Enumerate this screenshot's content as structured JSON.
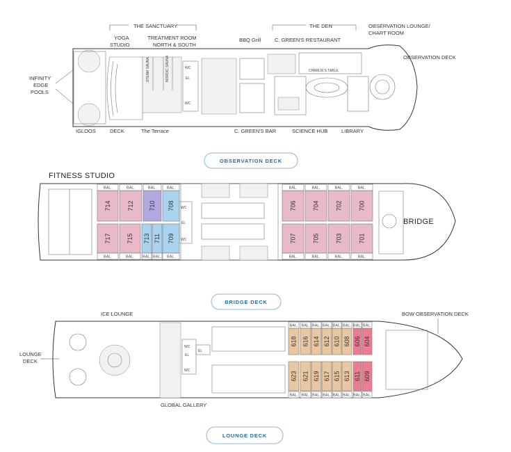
{
  "colors": {
    "suite_pink": "#e8b9c8",
    "suite_purple": "#b3a8df",
    "suite_blue": "#a9d3ef",
    "suite_tan": "#e9c7a1",
    "suite_red": "#ec7d91",
    "pill_border": "#8fb6d6",
    "pill_text": "#2b6a9e"
  },
  "observation_deck": {
    "button": "OBSERVATION DECK",
    "labels": {
      "sanctuary": "THE SANCTUARY",
      "yoga": "YOGA",
      "studio": "STUDIO",
      "treatment": "TREATMENT ROOM",
      "north_south": "NORTH & SOUTH",
      "infinity": "INFINITY",
      "edge": "EDGE",
      "pools": "POOLS",
      "igloos": "IGLOOS",
      "deck": "DECK",
      "terrace": "The Terrace",
      "bbq": "BBQ Grill",
      "den": "THE DEN",
      "restaurant": "C. GREEN'S RESTAURANT",
      "charlies": "CHARLIE'S TABLE",
      "lounge1": "OBSERVATION LOUNGE/",
      "lounge2": "CHART ROOM",
      "obs_deck": "OBSERVATION DECK",
      "bar": "C. GREEN'S BAR",
      "science": "SCIENCE HUB",
      "library": "LIBRARY",
      "steam_sauna": "STEAM SAUNA",
      "nordic_sauna": "NORDIC SAUNA",
      "wc": "WC",
      "el": "EL"
    }
  },
  "bridge_deck": {
    "button": "BRIDGE DECK",
    "fitness": "FITNESS STUDIO",
    "bridge": "BRIDGE",
    "bal": "BAL.",
    "wc": "WC",
    "el": "EL",
    "top_suites": [
      {
        "num": "714",
        "kind": "pink"
      },
      {
        "num": "712",
        "kind": "pink"
      },
      {
        "num": "710",
        "kind": "purple"
      },
      {
        "num": "708",
        "kind": "blue"
      },
      {
        "num": "706",
        "kind": "pink"
      },
      {
        "num": "704",
        "kind": "pink"
      },
      {
        "num": "702",
        "kind": "pink"
      },
      {
        "num": "700",
        "kind": "pink"
      }
    ],
    "bottom_suites": [
      {
        "num": "717",
        "kind": "pink"
      },
      {
        "num": "715",
        "kind": "pink"
      },
      {
        "num": "713",
        "kind": "blue"
      },
      {
        "num": "711",
        "kind": "blue"
      },
      {
        "num": "709",
        "kind": "blue"
      },
      {
        "num": "707",
        "kind": "pink"
      },
      {
        "num": "705",
        "kind": "pink"
      },
      {
        "num": "703",
        "kind": "pink"
      },
      {
        "num": "701",
        "kind": "pink"
      }
    ]
  },
  "lounge_deck": {
    "button": "LOUNGE DECK",
    "ice_lounge": "ICE LOUNGE",
    "lounge": "LOUNGE",
    "deck": "DECK",
    "bow_obs": "BOW OBSERVATION DECK",
    "gallery": "GLOBAL GALLERY",
    "bal": "BAL.",
    "wc": "WC",
    "el": "EL",
    "top_suites": [
      {
        "num": "618",
        "kind": "tan"
      },
      {
        "num": "616",
        "kind": "tan"
      },
      {
        "num": "614",
        "kind": "tan"
      },
      {
        "num": "612",
        "kind": "tan"
      },
      {
        "num": "610",
        "kind": "tan"
      },
      {
        "num": "608",
        "kind": "tan"
      },
      {
        "num": "606",
        "kind": "red"
      },
      {
        "num": "604",
        "kind": "red"
      }
    ],
    "bottom_suites": [
      {
        "num": "623",
        "kind": "tan"
      },
      {
        "num": "621",
        "kind": "tan"
      },
      {
        "num": "619",
        "kind": "tan"
      },
      {
        "num": "617",
        "kind": "tan"
      },
      {
        "num": "615",
        "kind": "tan"
      },
      {
        "num": "613",
        "kind": "tan"
      },
      {
        "num": "611",
        "kind": "red"
      },
      {
        "num": "609",
        "kind": "red"
      }
    ]
  }
}
